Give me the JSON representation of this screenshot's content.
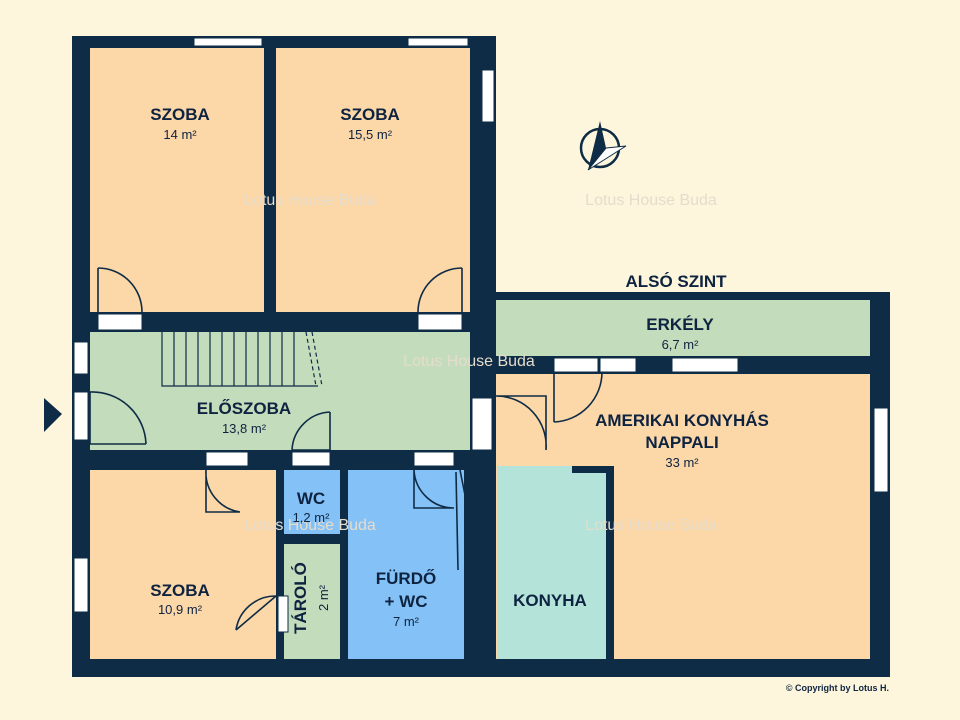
{
  "colors": {
    "background": "#fdf6dc",
    "wall": "#0e2c46",
    "room_peach": "#fcd7a8",
    "room_green": "#c3dcbb",
    "bathroom_blue": "#84c1f6",
    "kitchen_teal": "#b3e3d9"
  },
  "icons": {
    "compass": "compass-icon",
    "entrance": "entrance-arrow-icon"
  },
  "level_label": "ALSÓ SZINT",
  "watermark": "Lotus House Buda",
  "copyright": "© Copyright by Lotus H.",
  "rooms": {
    "szoba1": {
      "name": "SZOBA",
      "area": "14 m²"
    },
    "szoba2": {
      "name": "SZOBA",
      "area": "15,5 m²"
    },
    "eloszoba": {
      "name": "ELŐSZOBA",
      "area": "13,8 m²"
    },
    "erkely": {
      "name": "ERKÉLY",
      "area": "6,7 m²"
    },
    "nappali": {
      "name_line1": "AMERIKAI KONYHÁS",
      "name_line2": "NAPPALI",
      "area": "33 m²"
    },
    "wc": {
      "name": "WC",
      "area": "1,2 m²"
    },
    "furdo": {
      "name_line1": "FÜRDŐ",
      "name_line2": "+ WC",
      "area": "7 m²"
    },
    "taroló": {
      "name": "TÁROLÓ",
      "area": "2 m²"
    },
    "szoba3": {
      "name": "SZOBA",
      "area": "10,9 m²"
    },
    "konyha": {
      "name": "KONYHA"
    }
  }
}
